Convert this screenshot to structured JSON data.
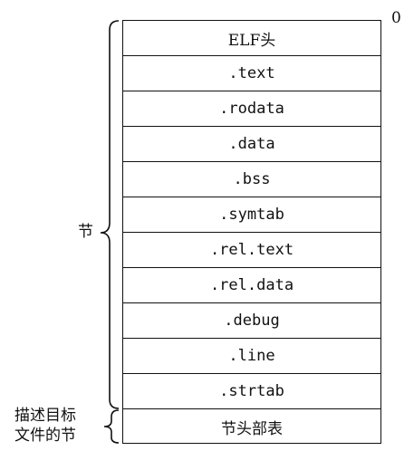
{
  "offset_label": "0",
  "sections": [
    {
      "label": "ELF头",
      "style": "serif"
    },
    {
      "label": ".text",
      "style": "mono"
    },
    {
      "label": ".rodata",
      "style": "mono"
    },
    {
      "label": ".data",
      "style": "mono"
    },
    {
      "label": ".bss",
      "style": "mono"
    },
    {
      "label": ".symtab",
      "style": "mono"
    },
    {
      "label": ".rel.text",
      "style": "mono"
    },
    {
      "label": ".rel.data",
      "style": "mono"
    },
    {
      "label": ".debug",
      "style": "mono"
    },
    {
      "label": ".line",
      "style": "mono"
    },
    {
      "label": ".strtab",
      "style": "mono"
    },
    {
      "label": "节头部表",
      "style": "serif"
    }
  ],
  "brace_labels": {
    "sections": "节",
    "section_header": [
      "描述目标",
      "文件的节"
    ]
  }
}
